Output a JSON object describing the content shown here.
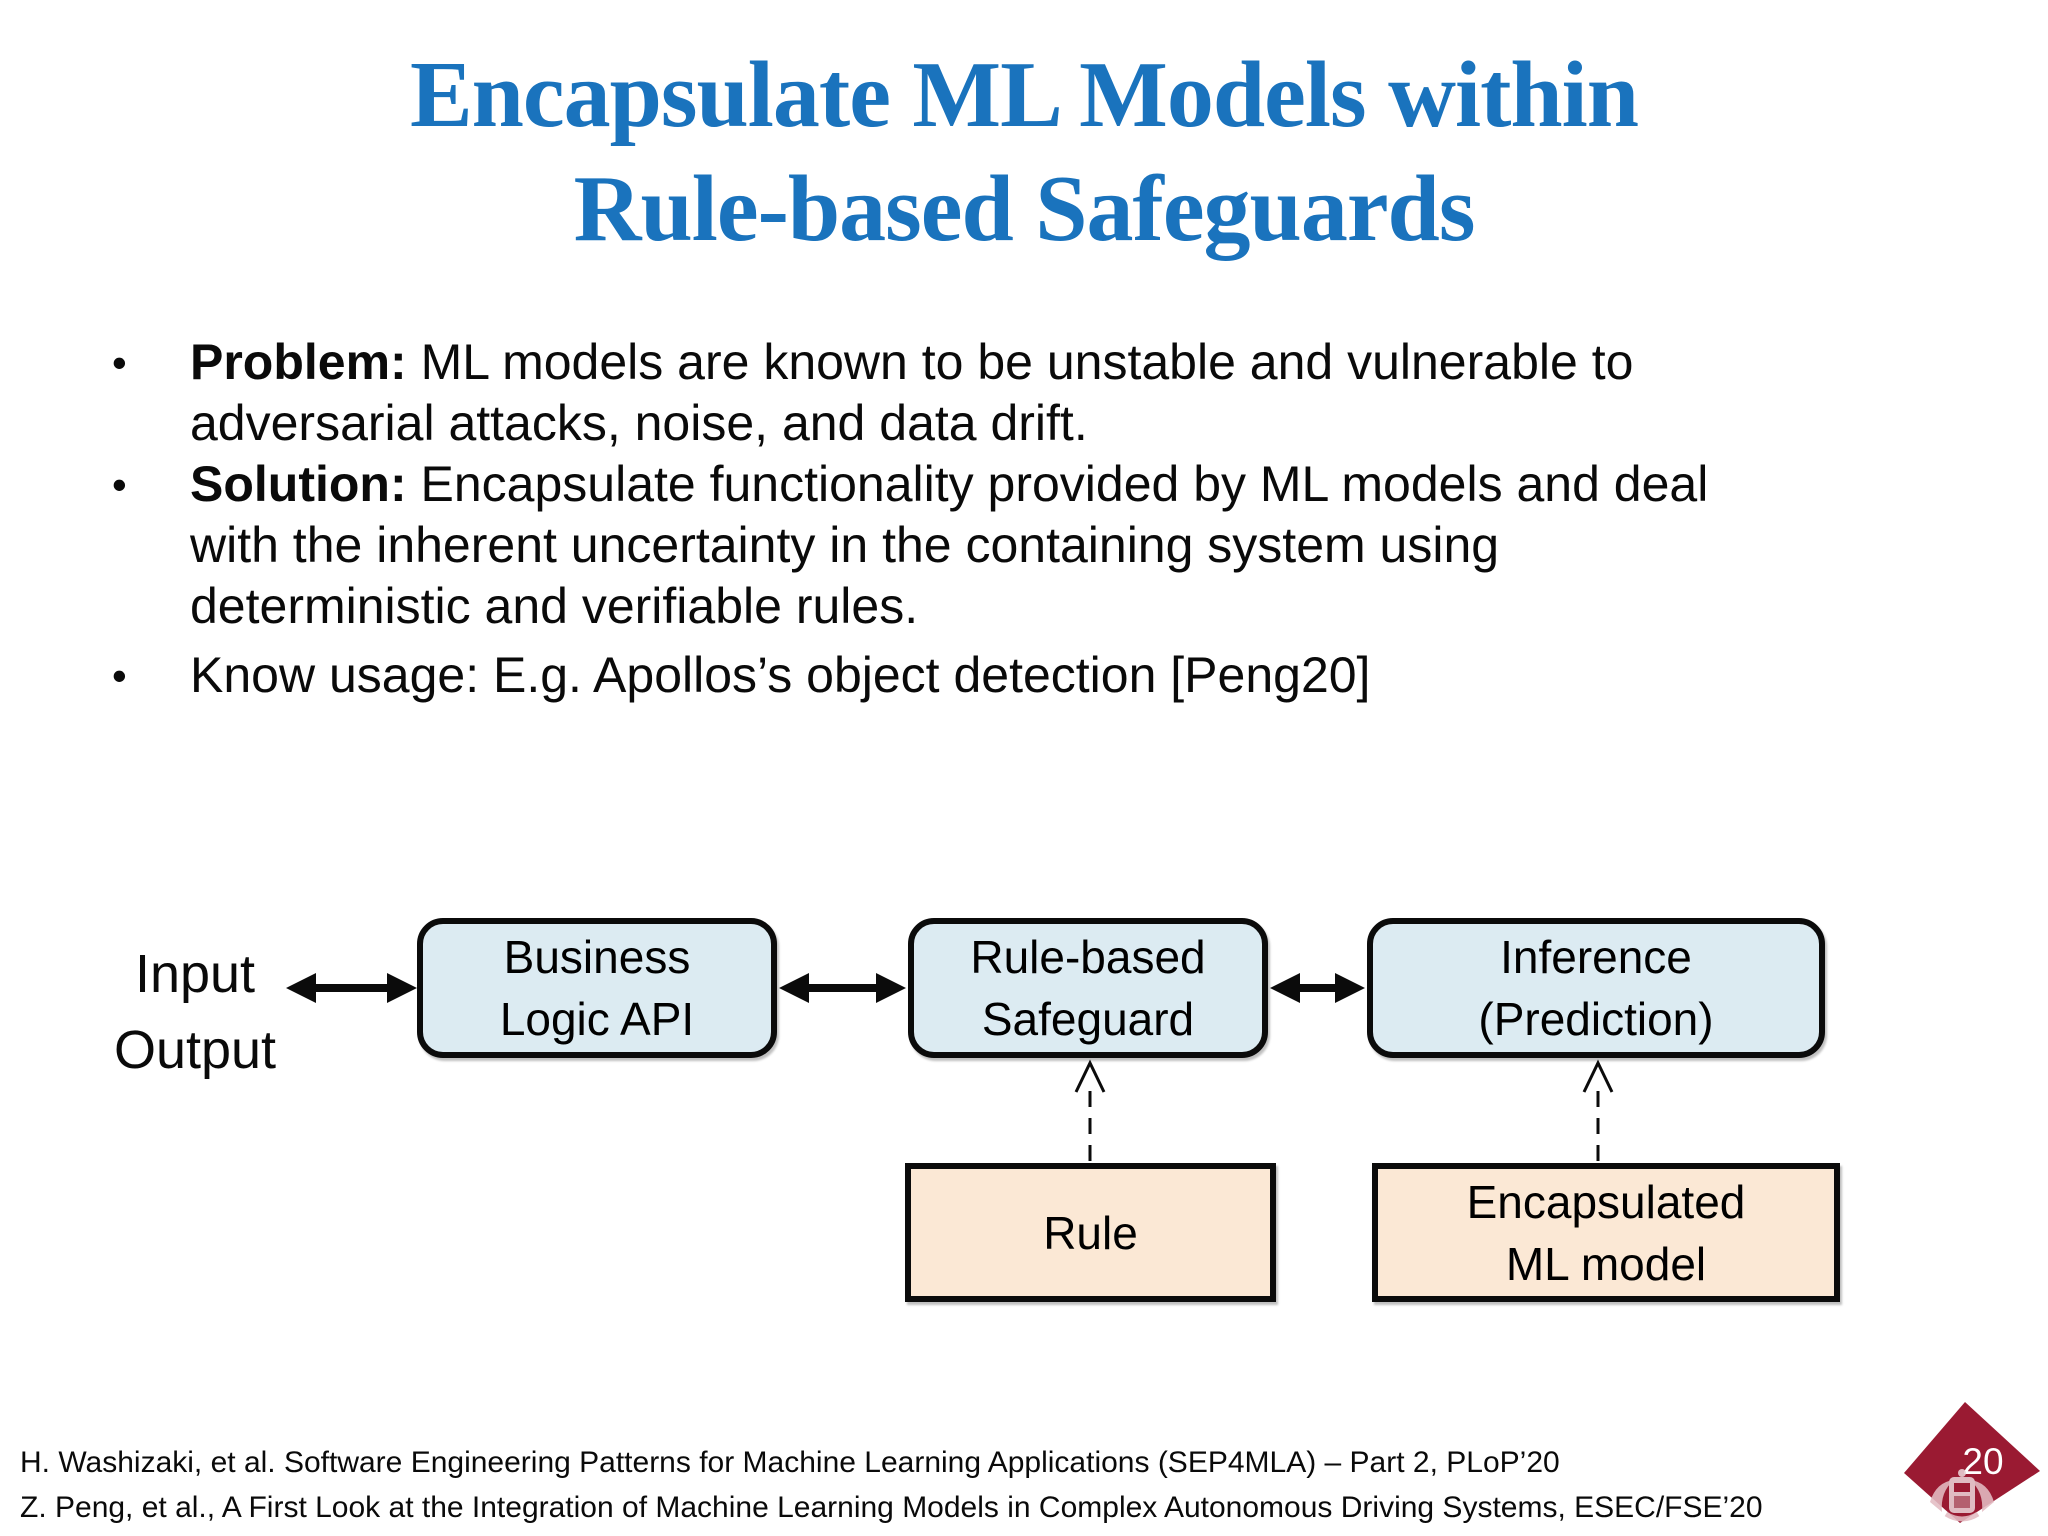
{
  "theme": {
    "title_blue": "#1a73bd",
    "process_fill": "#dcebf2",
    "artifact_fill": "#fbe8d5",
    "diamond_red": "#9a1a32",
    "ink": "#111111"
  },
  "title": {
    "line1": "Encapsulate ML Models within",
    "line2": "Rule-based Safeguards"
  },
  "ui": {
    "bullet_char": "•"
  },
  "bullets": [
    {
      "bold": "Problem:",
      "l1": " ML models are known to be unstable and vulnerable to",
      "l2": "adversarial attacks, noise, and data drift."
    },
    {
      "bold": "Solution:",
      "l1": " Encapsulate functionality provided by ML models and deal",
      "l2": "with the inherent uncertainty in the containing system using",
      "l3": "deterministic and verifiable rules."
    },
    {
      "l1": "Know usage: E.g. Apollos’s object detection [Peng20]"
    }
  ],
  "diagram": {
    "io": {
      "line1": "Input",
      "line2": "Output"
    },
    "business": {
      "line1": "Business",
      "line2": "Logic API"
    },
    "safeguard": {
      "line1": "Rule-based",
      "line2": "Safeguard"
    },
    "inference": {
      "line1": "Inference",
      "line2": "(Prediction)"
    },
    "rule": {
      "line1": "Rule"
    },
    "encapsulated": {
      "line1": "Encapsulated",
      "line2": "ML model"
    }
  },
  "footer": {
    "line1": "H. Washizaki, et al. Software Engineering Patterns for Machine Learning Applications (SEP4MLA) – Part 2, PLoP’20",
    "line2": "Z. Peng, et al., A First Look at the Integration of Machine Learning Models in Complex Autonomous Driving Systems, ESEC/FSE’20"
  },
  "page": {
    "number": "20"
  }
}
